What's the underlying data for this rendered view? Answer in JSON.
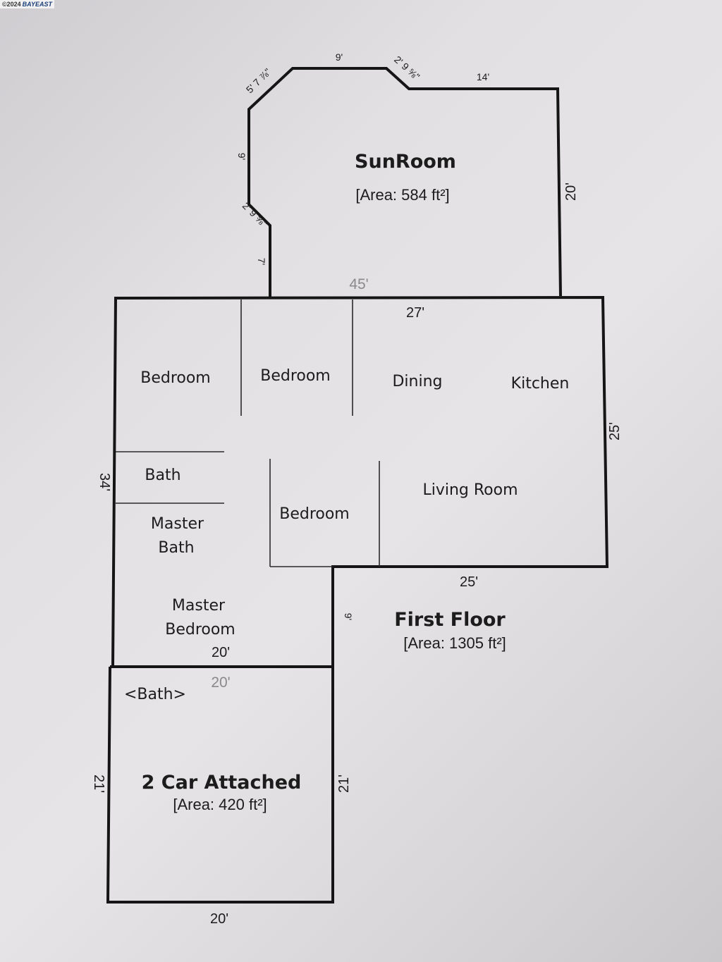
{
  "watermark": {
    "prefix": "©2024",
    "brand": "BAYEAST"
  },
  "sunroom": {
    "title": "SunRoom",
    "area": "[Area: 584 ft²]",
    "dims": {
      "top": "9'",
      "top_right": "14'",
      "angle_top_left": "5' 7 ⅞\"",
      "angle_top_mid": "2' 9 ⅝\"",
      "left": "9'",
      "angle_lower_left": "2' 9 ⅝\"",
      "left_lower": "7'",
      "right": "20'",
      "bottom": "45'"
    }
  },
  "first_floor": {
    "title": "First Floor",
    "area": "[Area: 1305 ft²]",
    "rooms": [
      "Bedroom",
      "Bedroom",
      "Dining",
      "Kitchen",
      "Bath",
      "Master Bath",
      "Bedroom",
      "Living Room",
      "Master Bedroom"
    ],
    "dims": {
      "top": "27'",
      "right": "25'",
      "left": "34'",
      "bottom_right": "25'",
      "inner_step": "9'",
      "master_bottom": "20'"
    }
  },
  "garage": {
    "title": "2 Car Attached",
    "area": "[Area: 420 ft²]",
    "bath_label": "<Bath>",
    "dims": {
      "top": "20'",
      "left": "21'",
      "right": "21'",
      "bottom": "20'"
    }
  }
}
